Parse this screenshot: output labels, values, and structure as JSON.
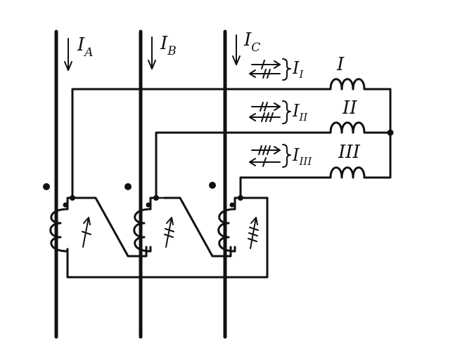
{
  "phases": [
    {
      "main": "I",
      "sub": "A"
    },
    {
      "main": "I",
      "sub": "B"
    },
    {
      "main": "I",
      "sub": "C"
    }
  ],
  "relay_currents": [
    {
      "main": "I",
      "sub": "I"
    },
    {
      "main": "I",
      "sub": "II"
    },
    {
      "main": "I",
      "sub": "III"
    }
  ],
  "relays": [
    {
      "label": "I"
    },
    {
      "label": "II"
    },
    {
      "label": "III"
    }
  ],
  "colors": {
    "ink": "#111111",
    "paper": "#ffffff"
  }
}
